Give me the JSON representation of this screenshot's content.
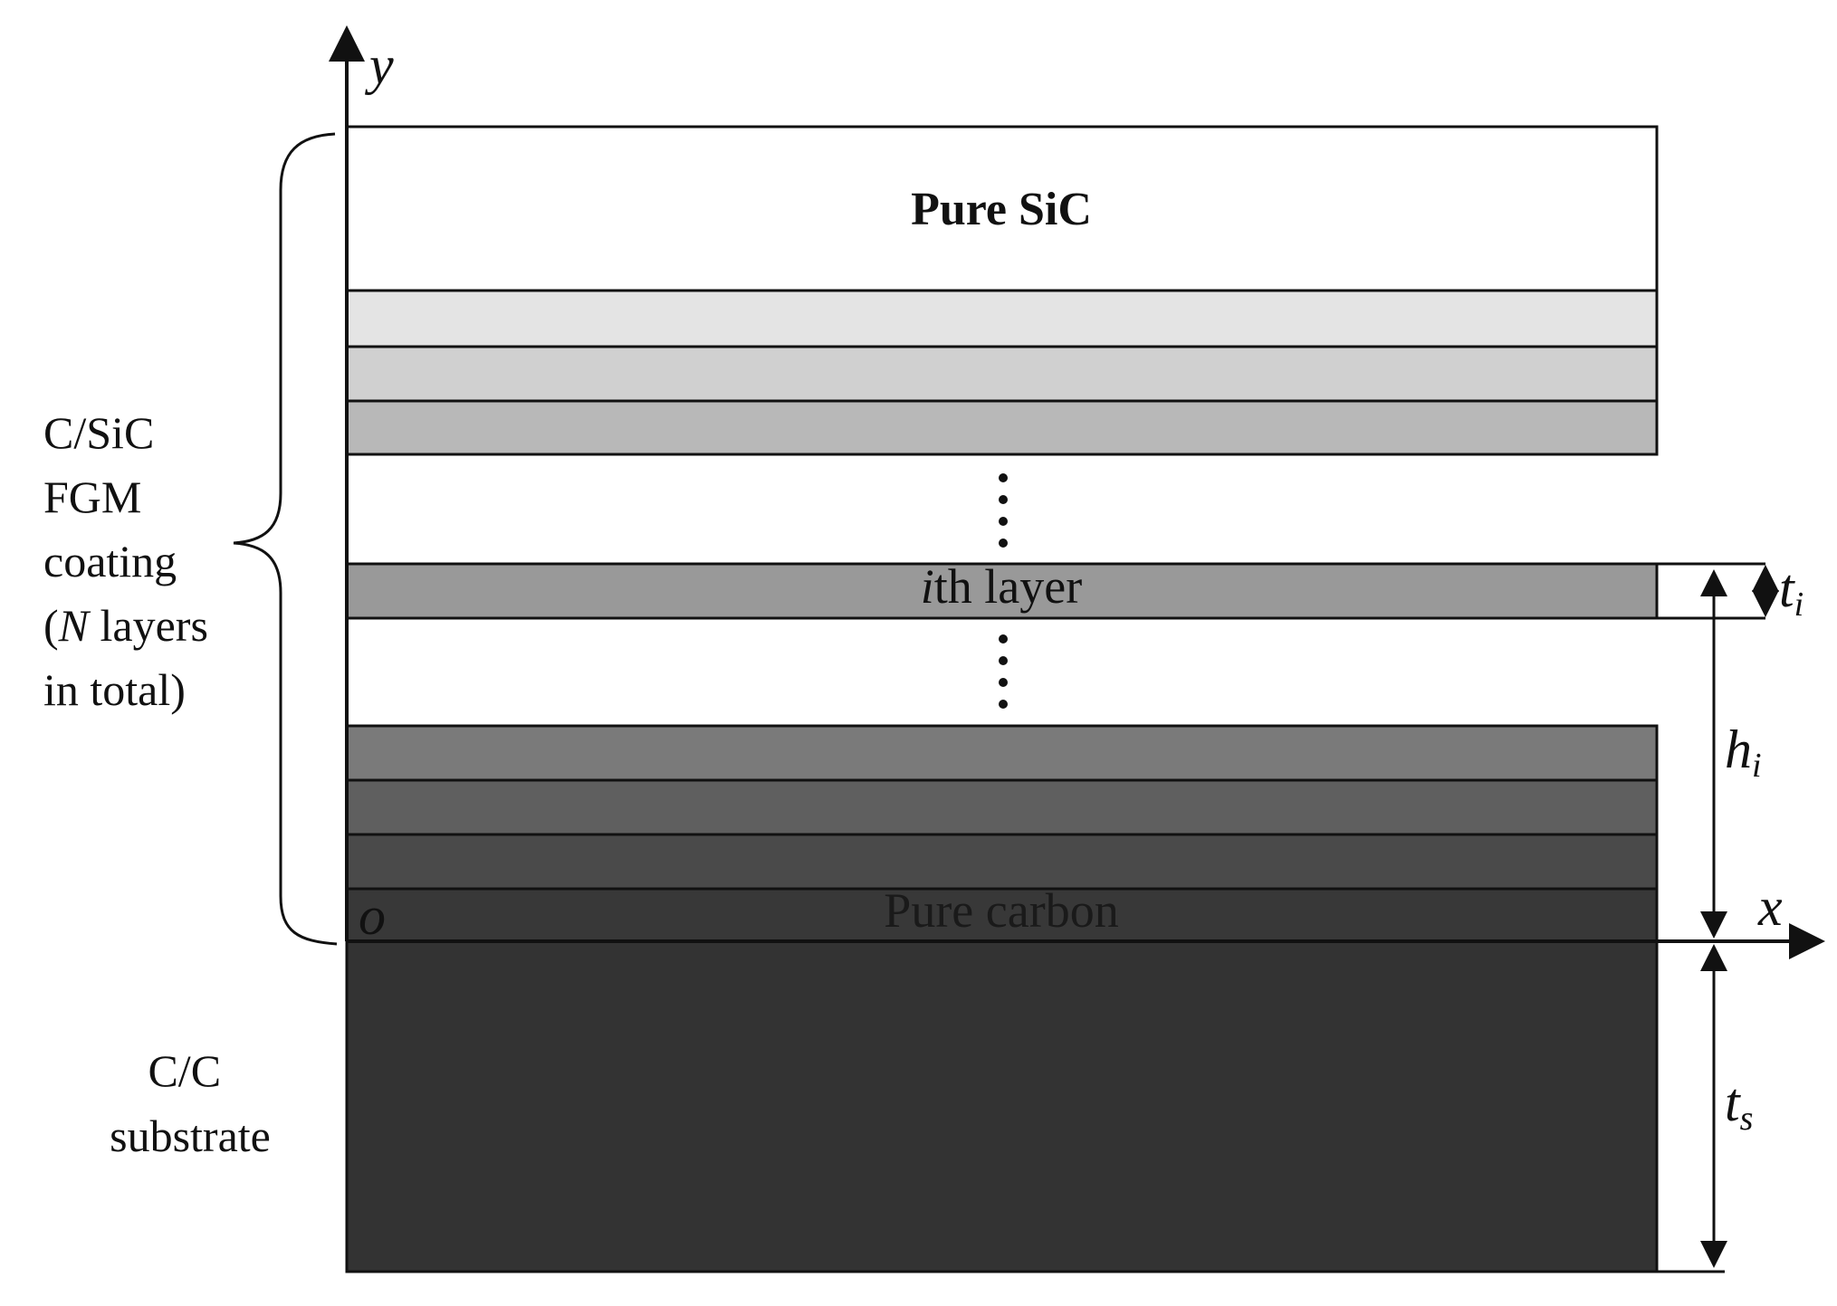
{
  "labels": {
    "y_axis": "y",
    "x_axis": "x",
    "origin": "o",
    "pure_sic": "Pure SiC",
    "ith_italic": "i",
    "ith_rest": "th layer",
    "pure_carbon": "Pure carbon",
    "coating_line1": "C/SiC",
    "coating_line2": "FGM",
    "coating_line3": "coating",
    "coating_line4_open": "(",
    "coating_line4_italic": "N",
    "coating_line4_rest": " layers",
    "coating_line5": "in total)",
    "substrate_line1": "C/C",
    "substrate_line2": "substrate",
    "dots": "⋮"
  },
  "dimensions": {
    "t_i_base": "t",
    "t_i_sub": "i",
    "h_i_base": "h",
    "h_i_sub": "i",
    "t_s_base": "t",
    "t_s_sub": "s"
  },
  "colors": {
    "pure_sic": "#ffffff",
    "layer_2": "#e4e4e4",
    "layer_3": "#d0d0d0",
    "layer_4": "#b8b8b8",
    "ith_layer": "#999999",
    "layer_n3": "#7a7a7a",
    "layer_n2": "#5f5f5f",
    "layer_n1": "#4a4a4a",
    "pure_carbon": "#383838",
    "substrate": "#333333",
    "line": "#111111"
  }
}
